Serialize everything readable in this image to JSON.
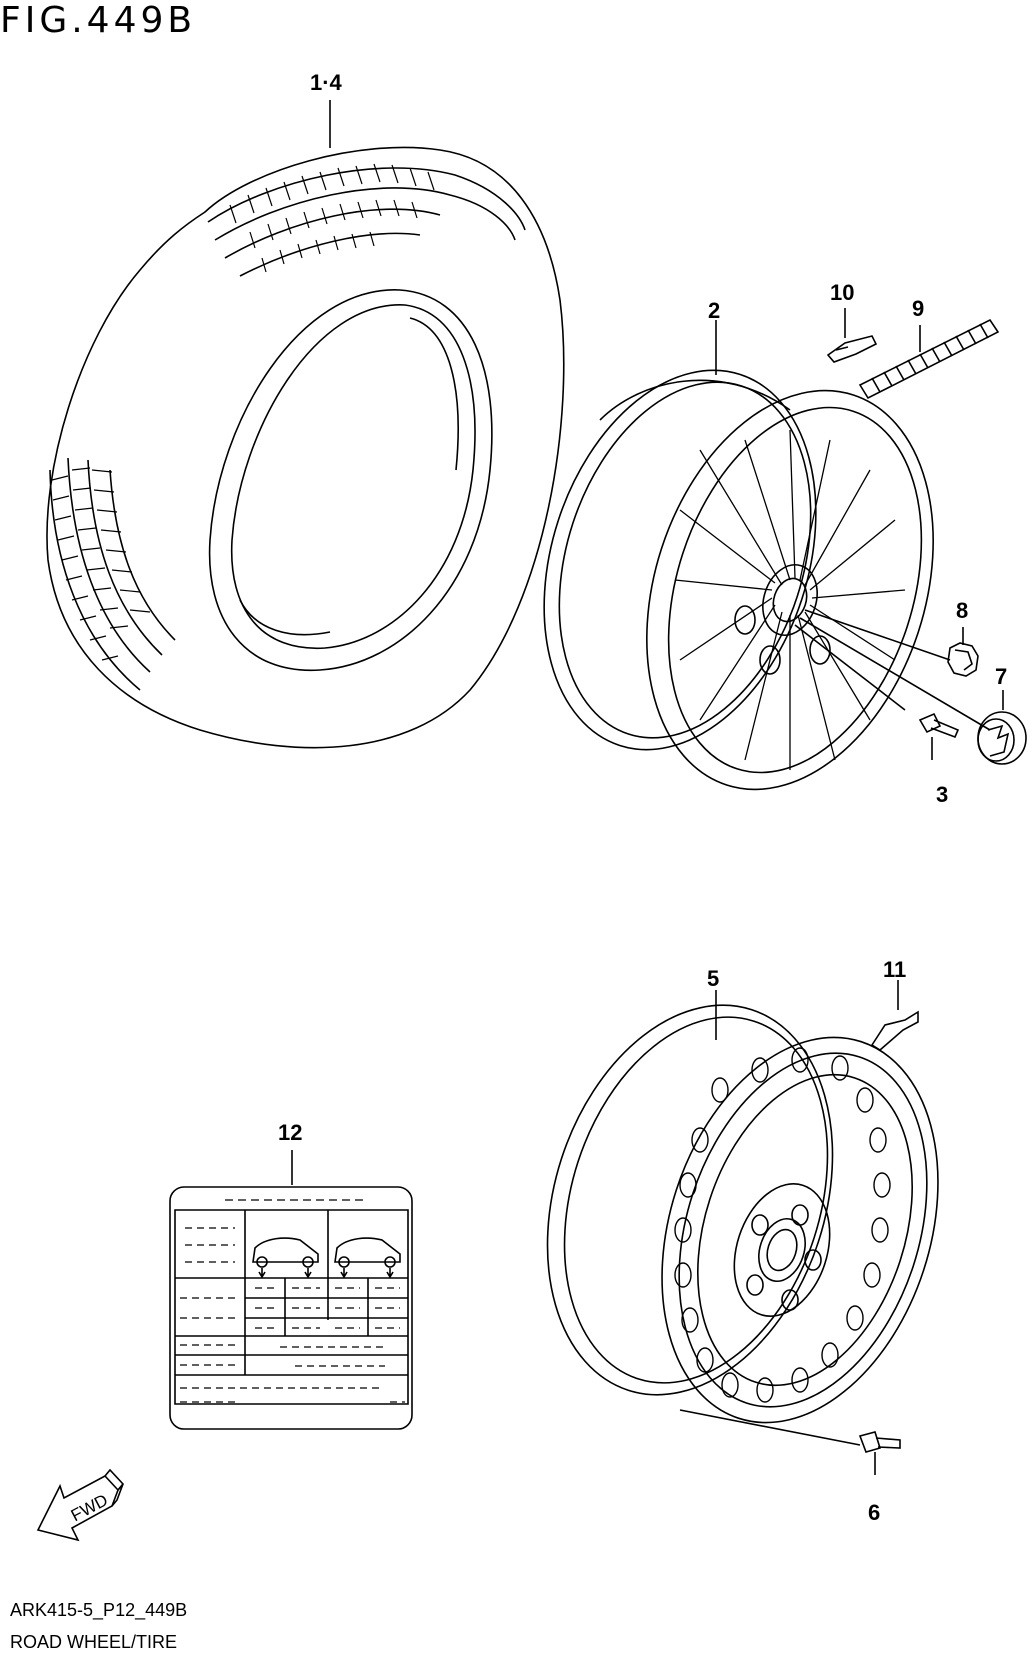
{
  "title": "FIG.449B",
  "callouts": {
    "c1_4": "1·4",
    "c2": "2",
    "c3": "3",
    "c5": "5",
    "c6": "6",
    "c7": "7",
    "c8": "8",
    "c9": "9",
    "c10": "10",
    "c11": "11",
    "c12": "12"
  },
  "fwd_label": "FWD",
  "footer": {
    "code": "ARK415-5_P12_449B",
    "name": "ROAD WHEEL/TIRE"
  }
}
